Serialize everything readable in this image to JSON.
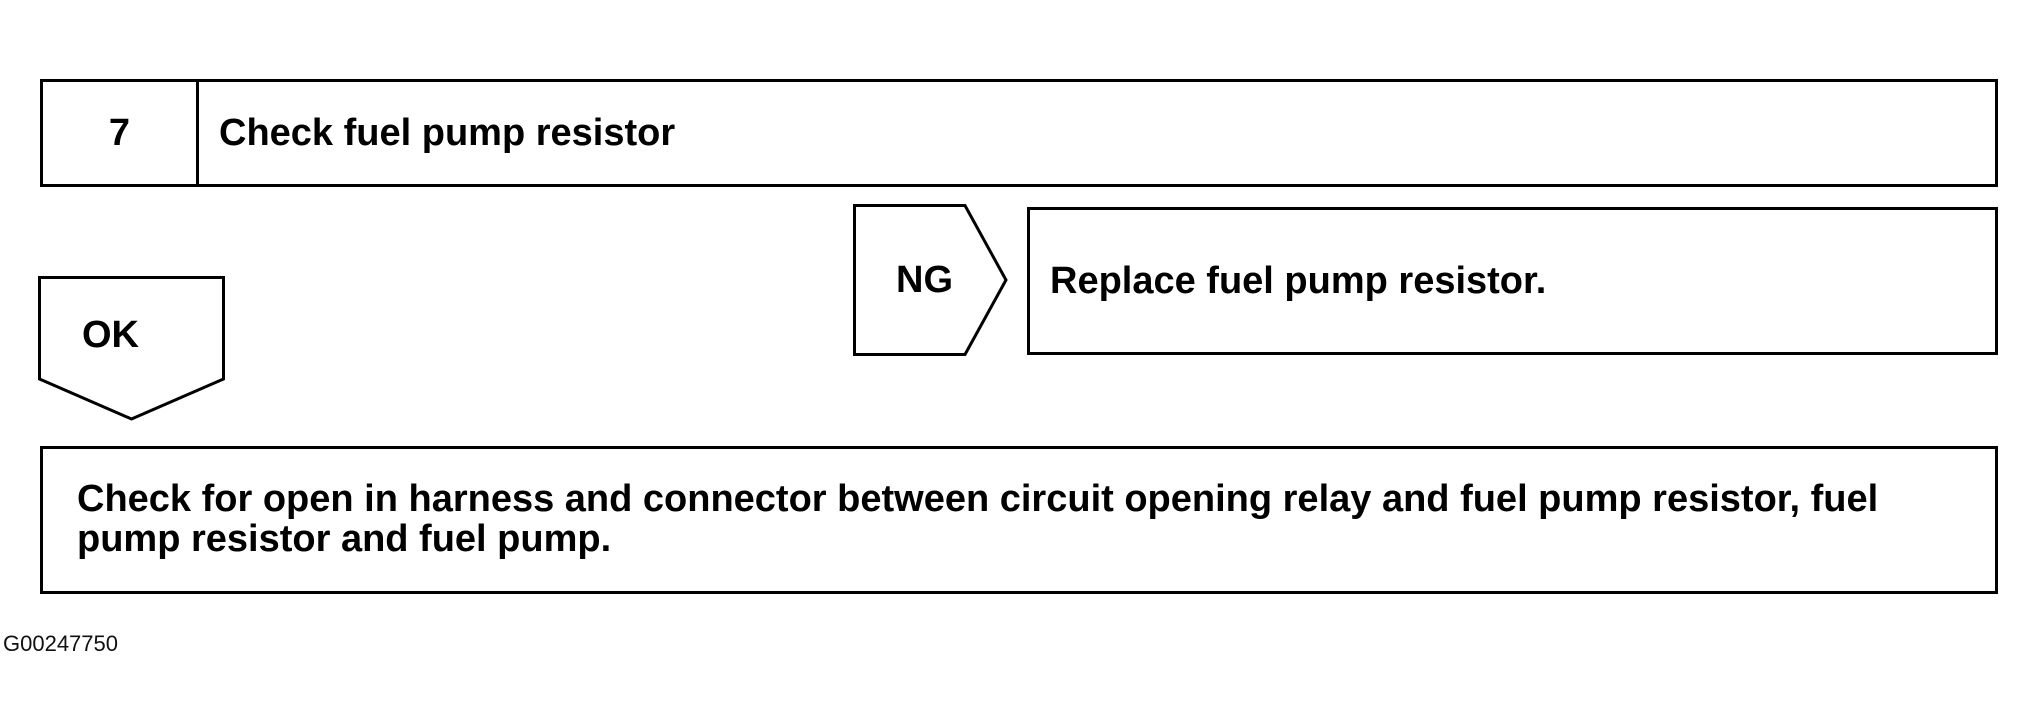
{
  "step": {
    "number": "7",
    "title": "Check fuel pump resistor"
  },
  "ng": {
    "label": "NG",
    "action": "Replace fuel pump resistor."
  },
  "ok": {
    "label": "OK",
    "action": "Check for open in harness and connector between circuit opening relay and fuel pump resistor, fuel pump resistor and fuel pump."
  },
  "figure_code": "G00247750"
}
